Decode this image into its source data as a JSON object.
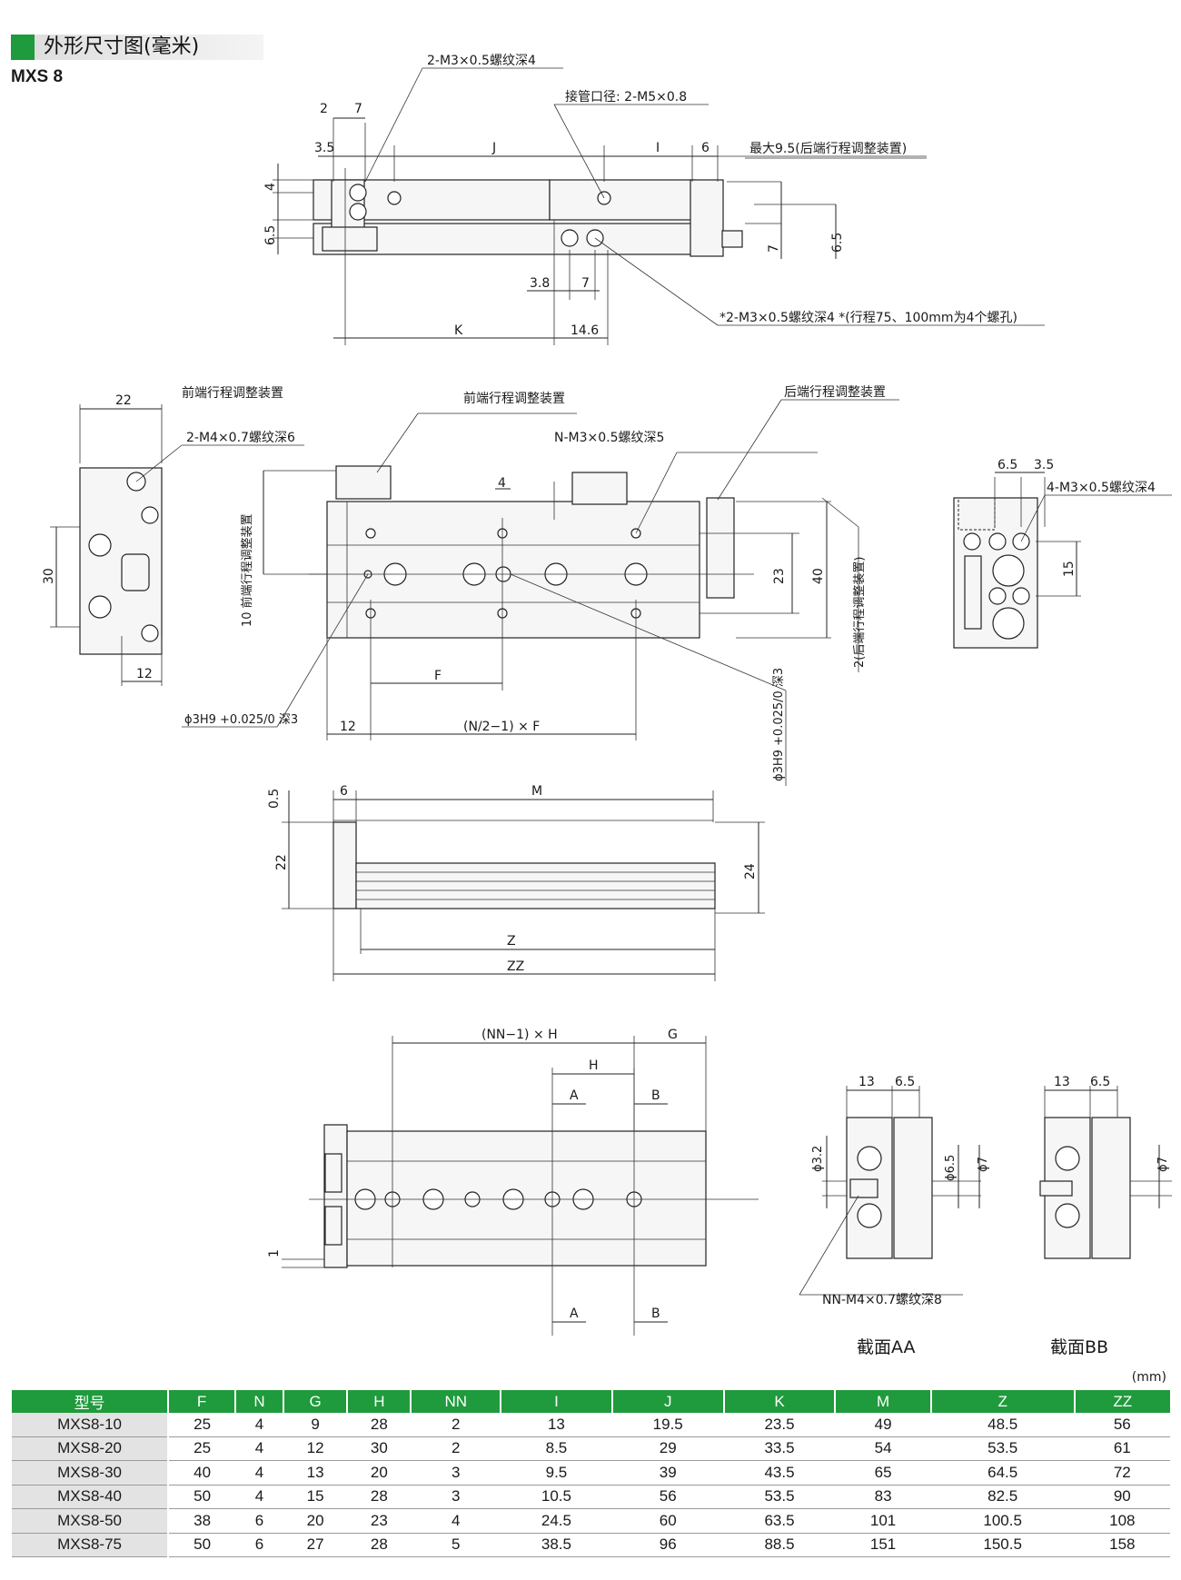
{
  "header": {
    "title": "外形尺寸图(毫米)",
    "model": "MXS 8"
  },
  "top_view": {
    "callouts": {
      "tapped_top": "2-M3×0.5螺纹深4",
      "port": "接管口径: 2-M5×0.8",
      "max_adjust": "最大9.5(后端行程调整装置)",
      "bottom_tapped": "*2-M3×0.5螺纹深4  *(行程75、100mm为4个螺孔)"
    },
    "dims": {
      "d2": "2",
      "d7": "7",
      "d35": "3.5",
      "J": "J",
      "I": "I",
      "d6": "6",
      "d4": "4",
      "d65": "6.5",
      "d7r": "7",
      "d65r": "6.5",
      "d38": "3.8",
      "d7b": "7",
      "K": "K",
      "d146": "14.6"
    }
  },
  "front_view": {
    "callouts": {
      "front_adjust_a": "前端行程调整装置",
      "front_adjust_b": "前端行程调整装置",
      "rear_adjust": "后端行程调整装置",
      "side_tapped": "2-M4×0.7螺纹深6",
      "n_tapped": "N-M3×0.5螺纹深5",
      "pin_hole_left": "ϕ3H9 +0.025/0 深3",
      "pin_hole_right": "ϕ3H9 +0.025/0 深3",
      "vertical_front": "10 前端行程调整装置",
      "vertical_rear": "2(后端行程调整装置)"
    },
    "dims": {
      "d22": "22",
      "d30": "30",
      "d12a": "12",
      "d4": "4",
      "d23": "23",
      "d40": "40",
      "F": "F",
      "d12b": "12",
      "NF": "(N/2−1) × F"
    }
  },
  "end_view": {
    "dims": {
      "d65": "6.5",
      "d35": "3.5",
      "d15": "15"
    },
    "callout": "4-M3×0.5螺纹深4"
  },
  "side_view": {
    "dims": {
      "d05": "0.5",
      "d6": "6",
      "M": "M",
      "d22": "22",
      "d24": "24",
      "Z": "Z",
      "ZZ": "ZZ"
    }
  },
  "bottom_view": {
    "dims": {
      "NN1H": "(NN−1) × H",
      "G": "G",
      "H": "H",
      "A": "A",
      "B": "B",
      "d1": "1"
    }
  },
  "sections": {
    "aa": {
      "label": "截面AA",
      "d13": "13",
      "d65": "6.5",
      "d32": "ϕ3.2",
      "d65v": "ϕ6.5",
      "d7": "ϕ7"
    },
    "bb": {
      "label": "截面BB",
      "d13": "13",
      "d65": "6.5",
      "d7": "ϕ7"
    },
    "callout": "NN-M4×0.7螺纹深8"
  },
  "table": {
    "unit": "(mm)",
    "headers": [
      "型号",
      "F",
      "N",
      "G",
      "H",
      "NN",
      "I",
      "J",
      "K",
      "M",
      "Z",
      "ZZ"
    ],
    "rows": [
      [
        "MXS8-10",
        "25",
        "4",
        "9",
        "28",
        "2",
        "13",
        "19.5",
        "23.5",
        "49",
        "48.5",
        "56"
      ],
      [
        "MXS8-20",
        "25",
        "4",
        "12",
        "30",
        "2",
        "8.5",
        "29",
        "33.5",
        "54",
        "53.5",
        "61"
      ],
      [
        "MXS8-30",
        "40",
        "4",
        "13",
        "20",
        "3",
        "9.5",
        "39",
        "43.5",
        "65",
        "64.5",
        "72"
      ],
      [
        "MXS8-40",
        "50",
        "4",
        "15",
        "28",
        "3",
        "10.5",
        "56",
        "53.5",
        "83",
        "82.5",
        "90"
      ],
      [
        "MXS8-50",
        "38",
        "6",
        "20",
        "23",
        "4",
        "24.5",
        "60",
        "63.5",
        "101",
        "100.5",
        "108"
      ],
      [
        "MXS8-75",
        "50",
        "6",
        "27",
        "28",
        "5",
        "38.5",
        "96",
        "88.5",
        "151",
        "150.5",
        "158"
      ]
    ]
  }
}
